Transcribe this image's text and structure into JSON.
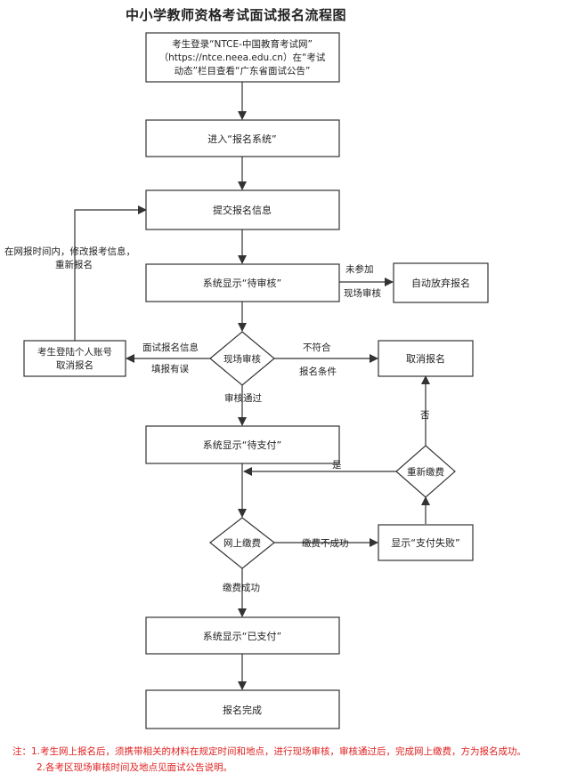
{
  "title": "中小学教师资格考试面试报名流程图",
  "nodes": {
    "login_line1": "考生登录“NTCE-中国教育考试网”",
    "login_line2": "（https://ntce.neea.edu.cn）在“考试",
    "login_line3": "动态”栏目查看“广东省面试公告”",
    "enter_system": "进入“报名系统”",
    "submit_info": "提交报名信息",
    "pending_review": "系统显示“待审核”",
    "auto_abandon": "自动放弃报名",
    "onsite_review": "现场审核",
    "cancel_registration": "取消报名",
    "login_cancel_line1": "考生登陆个人账号",
    "login_cancel_line2": "取消报名",
    "pending_payment": "系统显示“待支付”",
    "repay": "重新缴费",
    "online_payment": "网上缴费",
    "payment_failed": "显示“支付失败”",
    "paid": "系统显示“已支付”",
    "complete": "报名完成"
  },
  "edge_labels": {
    "modify_line1": "在网报时间内，修改报考信息，",
    "modify_line2": "重新报名",
    "not_attend_line1": "未参加",
    "not_attend_line2": "现场审核",
    "info_error_line1": "面试报名信息",
    "info_error_line2": "填报有误",
    "not_qualified_line1": "不符合",
    "not_qualified_line2": "报名条件",
    "review_passed": "审核通过",
    "yes": "是",
    "no": "否",
    "payment_unsuccessful": "缴费不成功",
    "payment_success": "缴费成功"
  },
  "notes": {
    "line1": "注：1.考生网上报名后，须携带相关的材料在规定时间和地点，进行现场审核，审核通过后，完成网上缴费，方为报名成功。",
    "line2": "2.各考区现场审核时间及地点见面试公告说明。"
  },
  "colors": {
    "stroke": "#333333",
    "note": "#e02020"
  }
}
